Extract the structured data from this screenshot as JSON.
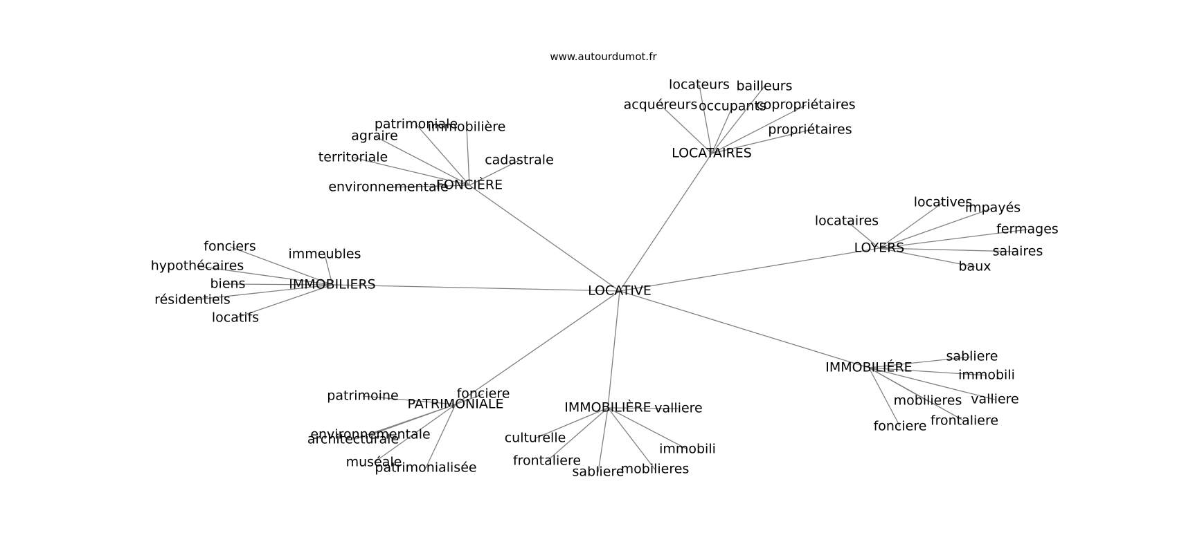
{
  "site": "www.autourdumot.fr",
  "graph": {
    "root": "LOCATIVE",
    "clusters": [
      {
        "key": "locataires",
        "label": "LOCATAIRES",
        "words": [
          "locateurs",
          "bailleurs",
          "acquéreurs",
          "occupants",
          "copropriétaires",
          "propriétaires"
        ]
      },
      {
        "key": "fonciere",
        "label": "FONCIÈRE",
        "words": [
          "patrimoniale",
          "immobilière",
          "agraire",
          "territoriale",
          "cadastrale",
          "environnementale"
        ]
      },
      {
        "key": "loyers",
        "label": "LOYERS",
        "words": [
          "locatives",
          "impayés",
          "locataires",
          "fermages",
          "salaires",
          "baux"
        ]
      },
      {
        "key": "immobiliers",
        "label": "IMMOBILIERS",
        "words": [
          "fonciers",
          "immeubles",
          "hypothécaires",
          "biens",
          "résidentiels",
          "locatifs"
        ]
      },
      {
        "key": "immobiliere-aigu",
        "label": "IMMOBILIÉRE",
        "words": [
          "sabliere",
          "immobili",
          "valliere",
          "mobilieres",
          "frontaliere",
          "fonciere"
        ]
      },
      {
        "key": "patrimoniale",
        "label": "PATRIMONIALE",
        "words": [
          "fonciere",
          "patrimoine",
          "environnementale",
          "architecturale",
          "muséale",
          "patrimonialisée"
        ]
      },
      {
        "key": "immobiliere-grave",
        "label": "IMMOBILIÈRE",
        "words": [
          "valliere",
          "culturelle",
          "immobili",
          "frontaliere",
          "sabliere",
          "mobilieres"
        ]
      }
    ]
  }
}
